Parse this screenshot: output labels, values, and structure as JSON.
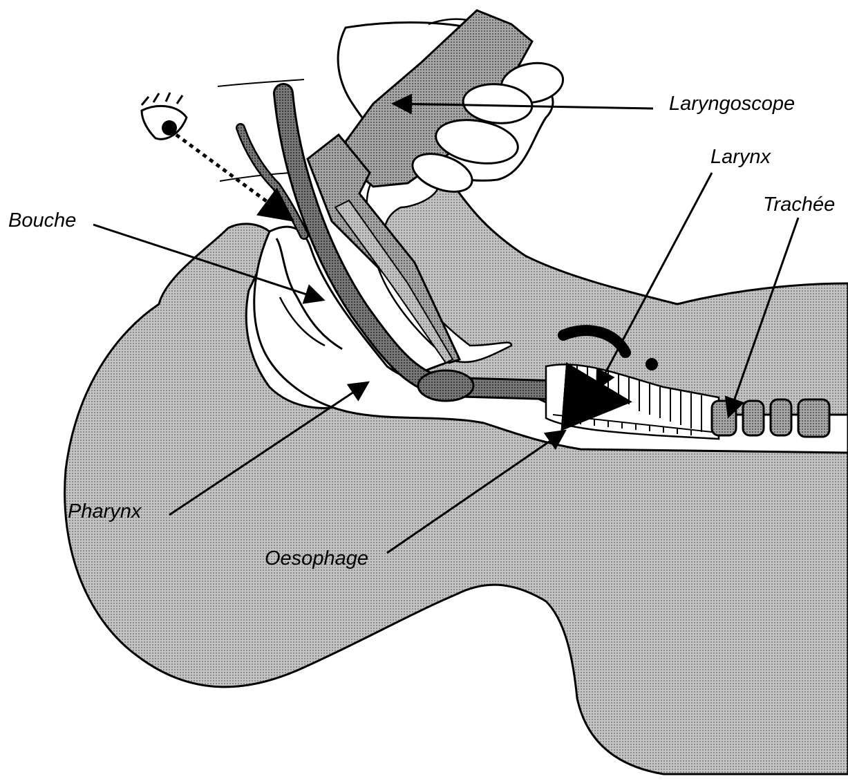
{
  "labels": {
    "laryngoscope": "Laryngoscope",
    "larynx": "Larynx",
    "trachee": "Trachée",
    "bouche": "Bouche",
    "pharynx": "Pharynx",
    "oesophage": "Oesophage"
  },
  "colors": {
    "tissue": "#c9c9c9",
    "tube": "#6e6e6e",
    "handle": "#9a9a9a",
    "rings": "#8a8a8a",
    "outline": "#000000",
    "background": "#ffffff"
  }
}
